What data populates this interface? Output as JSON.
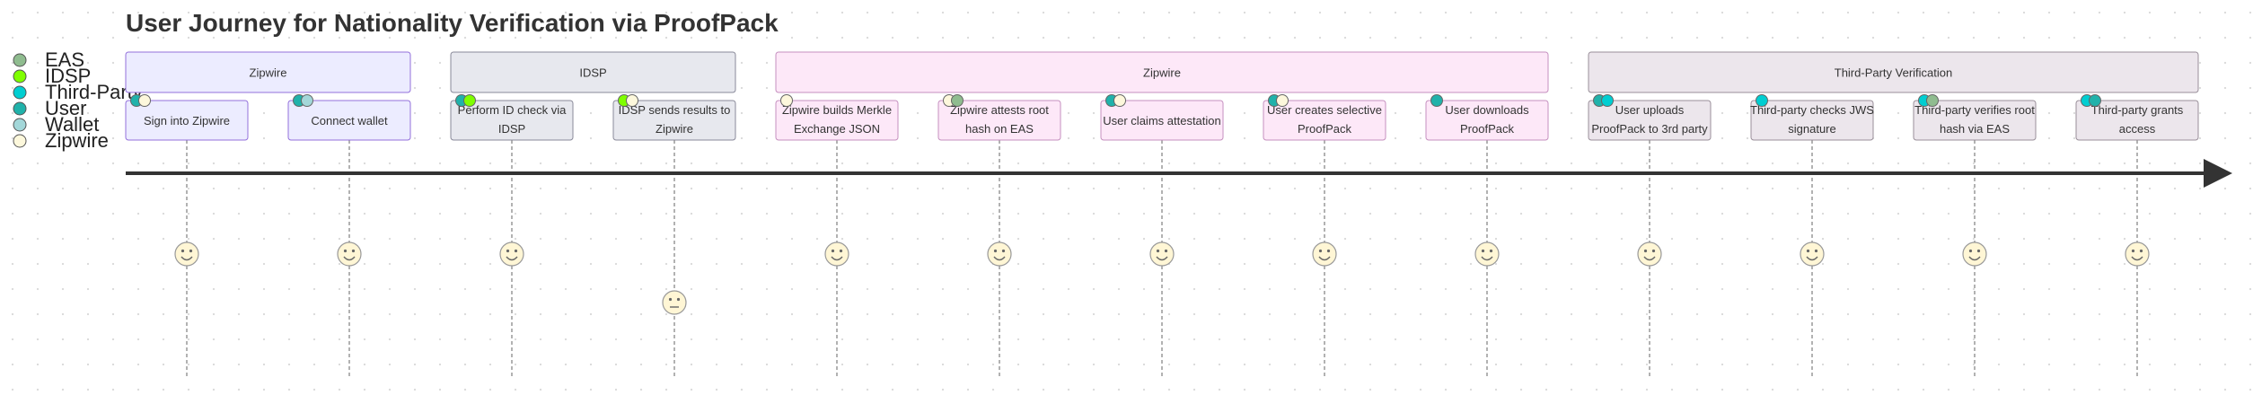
{
  "title": "User Journey for Nationality Verification via ProofPack",
  "actors": [
    {
      "name": "EAS",
      "color": "#8fbc8f"
    },
    {
      "name": "IDSP",
      "color": "#7fff00"
    },
    {
      "name": "Third-Party",
      "color": "#00ced1"
    },
    {
      "name": "User",
      "color": "#20b2aa"
    },
    {
      "name": "Wallet",
      "color": "#a3d7d9"
    },
    {
      "name": "Zipwire",
      "color": "#fdf8dc"
    }
  ],
  "sections": [
    {
      "label": "Zipwire",
      "fill": "#ececff",
      "stroke": "#9370db"
    },
    {
      "label": "IDSP",
      "fill": "#e7e8ee",
      "stroke": "#8a8a9a"
    },
    {
      "label": "Zipwire",
      "fill": "#fde8f8",
      "stroke": "#c58fbf"
    },
    {
      "label": "Third-Party Verification",
      "fill": "#ece6ec",
      "stroke": "#9a8f9a"
    }
  ],
  "tasks": [
    {
      "lines": [
        "Sign into Zipwire"
      ],
      "section": 0,
      "score": 5,
      "actors": [
        "User",
        "Zipwire"
      ]
    },
    {
      "lines": [
        "Connect wallet"
      ],
      "section": 0,
      "score": 5,
      "actors": [
        "User",
        "Wallet"
      ]
    },
    {
      "lines": [
        "Perform ID check via",
        "IDSP"
      ],
      "section": 1,
      "score": 5,
      "actors": [
        "User",
        "IDSP"
      ]
    },
    {
      "lines": [
        "IDSP sends results to",
        "Zipwire"
      ],
      "section": 1,
      "score": 3,
      "actors": [
        "IDSP",
        "Zipwire"
      ]
    },
    {
      "lines": [
        "Zipwire builds Merkle",
        "Exchange JSON"
      ],
      "section": 2,
      "score": 5,
      "actors": [
        "Zipwire"
      ]
    },
    {
      "lines": [
        "Zipwire attests root",
        "hash on EAS"
      ],
      "section": 2,
      "score": 5,
      "actors": [
        "Zipwire",
        "EAS"
      ]
    },
    {
      "lines": [
        "User claims attestation"
      ],
      "section": 2,
      "score": 5,
      "actors": [
        "User",
        "Zipwire"
      ]
    },
    {
      "lines": [
        "User creates selective",
        "ProofPack"
      ],
      "section": 2,
      "score": 5,
      "actors": [
        "User",
        "Zipwire"
      ]
    },
    {
      "lines": [
        "User downloads",
        "ProofPack"
      ],
      "section": 2,
      "score": 5,
      "actors": [
        "User"
      ]
    },
    {
      "lines": [
        "User uploads",
        "ProofPack to 3rd party"
      ],
      "section": 3,
      "score": 5,
      "actors": [
        "User",
        "Third-Party"
      ]
    },
    {
      "lines": [
        "Third-party checks JWS",
        "signature"
      ],
      "section": 3,
      "score": 5,
      "actors": [
        "Third-Party"
      ]
    },
    {
      "lines": [
        "Third-party verifies root",
        "hash via EAS"
      ],
      "section": 3,
      "score": 5,
      "actors": [
        "Third-Party",
        "EAS"
      ]
    },
    {
      "lines": [
        "Third-party grants",
        "access"
      ],
      "section": 3,
      "score": 5,
      "actors": [
        "Third-Party",
        "User"
      ]
    }
  ]
}
